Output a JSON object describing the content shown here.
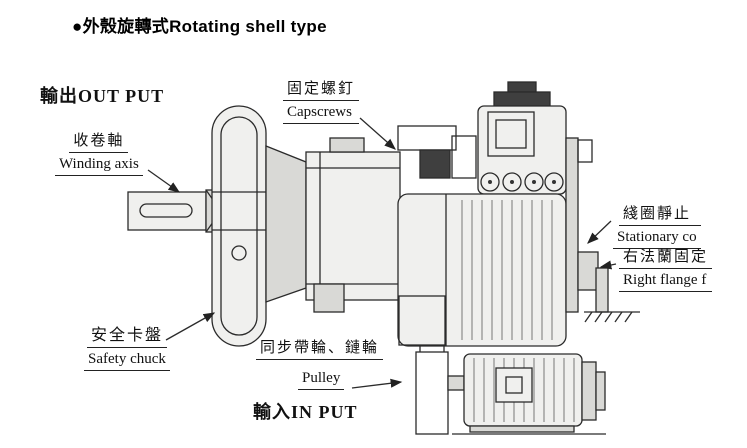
{
  "page": {
    "title": "●外殼旋轉式Rotating shell type"
  },
  "labels": {
    "output": "輸出OUT PUT",
    "winding_axis_zh": "收卷軸",
    "winding_axis_en": "Winding axis",
    "capscrews_zh": "固定螺釘",
    "capscrews_en": "Capscrews",
    "stationary_coil_zh": "綫圈靜止",
    "stationary_coil_en": "Stationary co",
    "right_flange_zh": "右法蘭固定",
    "right_flange_en": "Right flange f",
    "safety_chuck_zh": "安全卡盤",
    "safety_chuck_en": "Safety chuck",
    "pulley_zh": "同步帶輪、鏈輪",
    "pulley_en": "Pulley",
    "input": "輸入IN PUT"
  },
  "colors": {
    "stroke": "#2b2b2b",
    "fill_light": "#f0f0ee",
    "fill_mid": "#d9d9d6",
    "fill_dark": "#3f3f3f",
    "background": "#ffffff",
    "text": "#111111"
  }
}
